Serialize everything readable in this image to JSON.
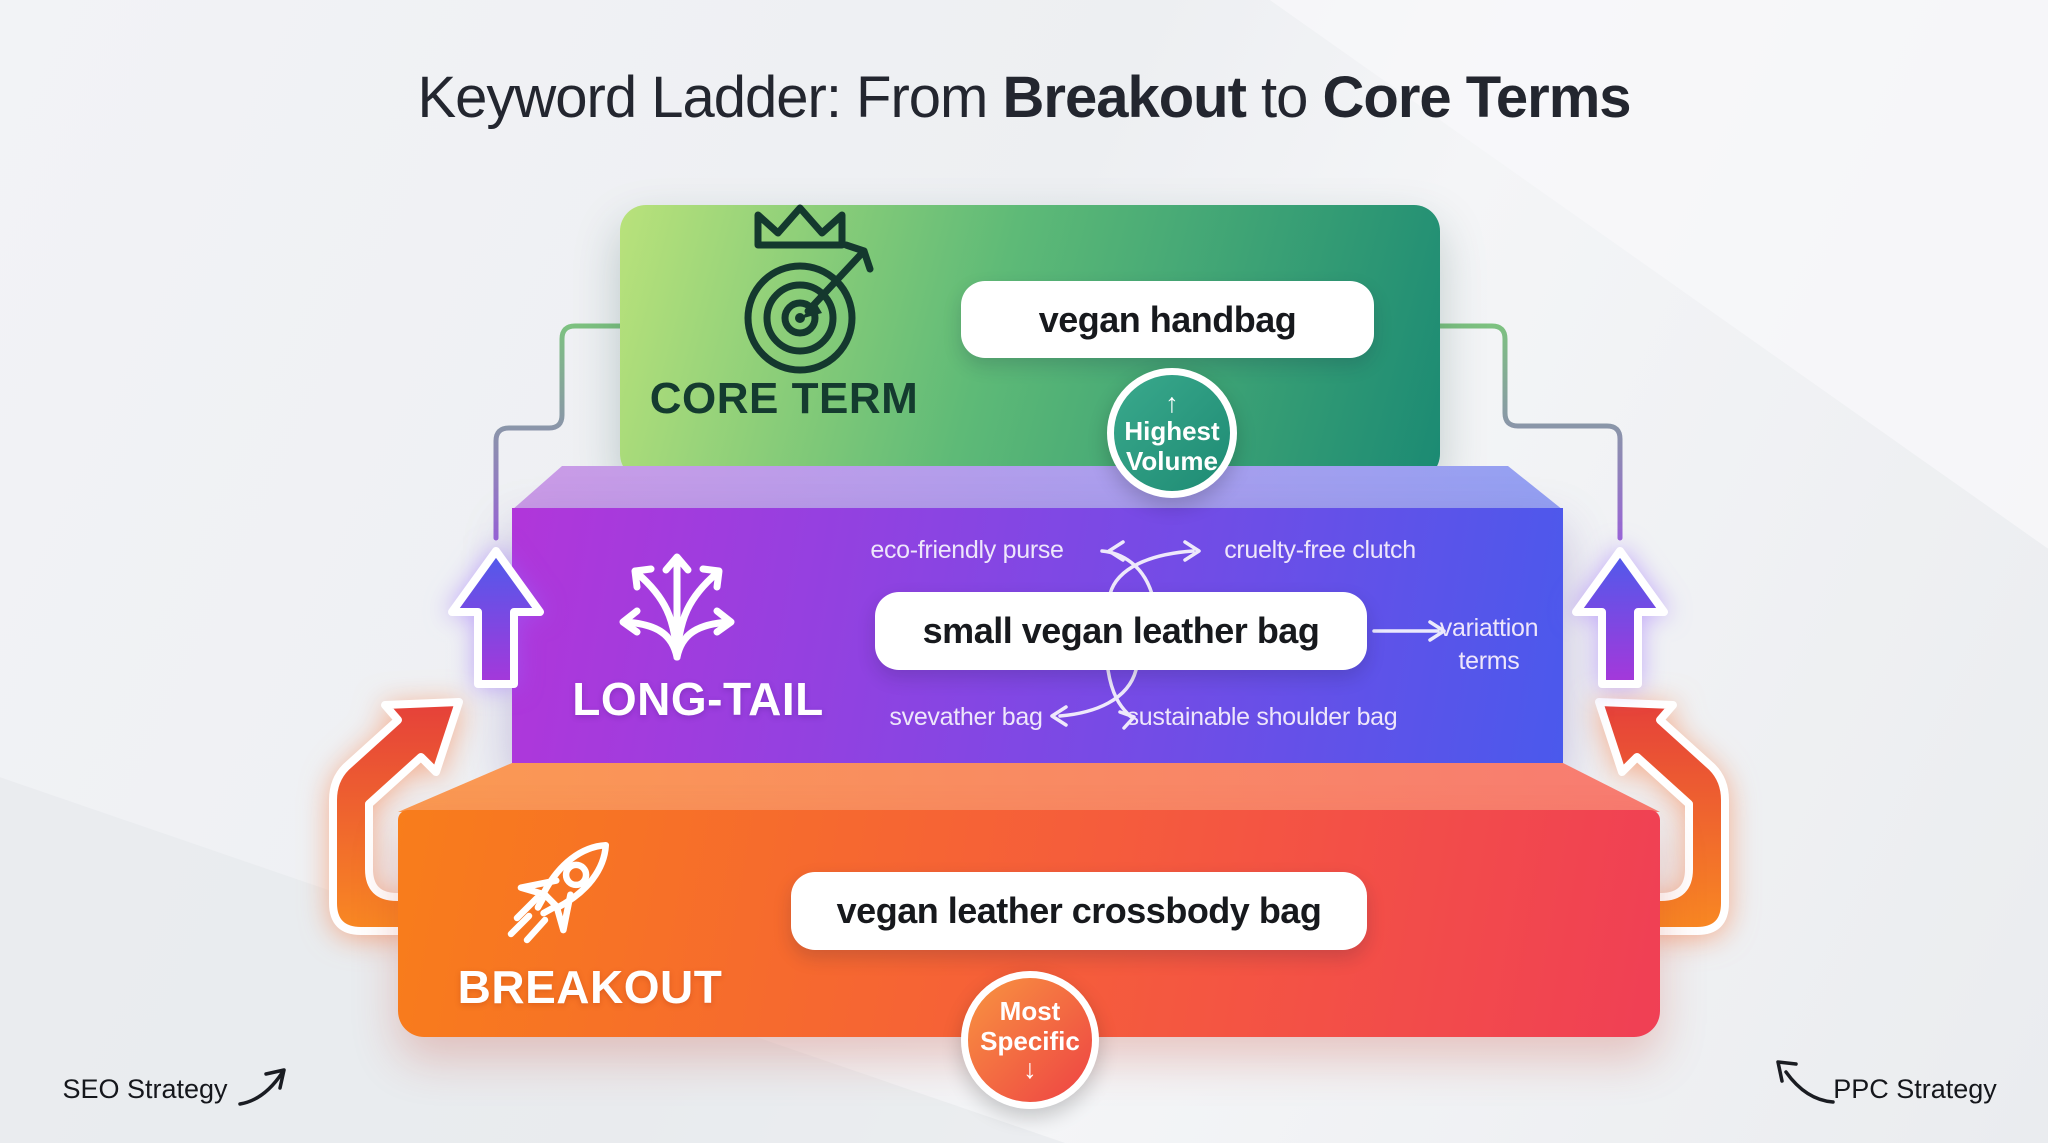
{
  "title": {
    "prefix": "Keyword Ladder: From ",
    "breakout": "Breakout",
    "connector": " to ",
    "core": "Core Terms"
  },
  "tiers": {
    "core": {
      "label": "CORE TERM",
      "pill": "vegan handbag",
      "icon": "target-crown-icon",
      "badge": {
        "arrow": "↑",
        "line1": "Highest",
        "line2": "Volume"
      }
    },
    "longtail": {
      "label": "LONG-TAIL",
      "pill": "small vegan leather bag",
      "icon": "branch-arrows-icon",
      "satellites": {
        "top_left": "eco-friendly purse",
        "top_right": "cruelty-free clutch",
        "bottom_left": "svevather bag",
        "bottom_right": "sustainable shoulder bag",
        "right_line1": "variattion",
        "right_line2": "terms"
      }
    },
    "breakout": {
      "label": "BREAKOUT",
      "pill": "vegan leather crossbody bag",
      "icon": "rocket-icon",
      "badge": {
        "line1": "Most",
        "line2": "Specific",
        "arrow": "↓"
      }
    }
  },
  "footer": {
    "left": "SEO Strategy",
    "right": "PPC Strategy"
  },
  "colors": {
    "core_gradient_start": "#b9e27b",
    "core_gradient_end": "#1b8a73",
    "longtail_gradient_start": "#b136da",
    "longtail_gradient_end": "#4a59ec",
    "breakout_gradient_start": "#f87d1b",
    "breakout_gradient_end": "#f03f55",
    "highest_volume_badge": "#2a9a80",
    "most_specific_badge": "#f26a42",
    "up_arrow_top": "#4a5cec",
    "up_arrow_bottom": "#aa36d9",
    "bent_arrow_top": "#e5403a",
    "bent_arrow_bottom": "#f98a22"
  }
}
